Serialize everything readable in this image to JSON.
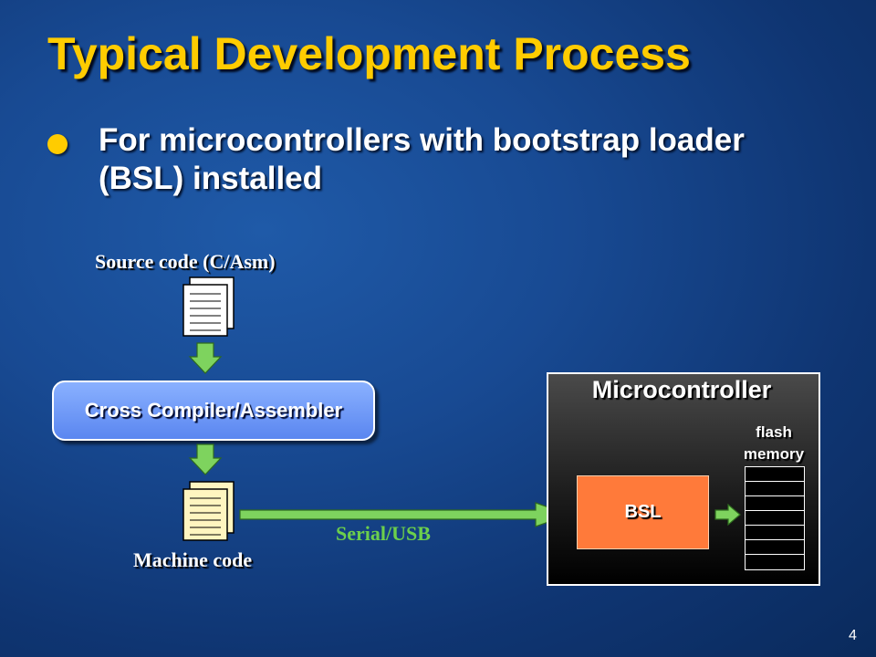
{
  "slide": {
    "title": "Typical Development Process",
    "bullet": "For microcontrollers with bootstrap loader (BSL) installed",
    "page_number": "4"
  },
  "diagram": {
    "source_label": "Source code (C/Asm)",
    "compiler_label": "Cross Compiler/Assembler",
    "machine_label": "Machine code",
    "serial_label": "Serial/USB",
    "mcu_label": "Microcontroller",
    "bsl_label": "BSL",
    "flash_label": "flash memory"
  },
  "colors": {
    "title": "#ffcc00",
    "arrow_green": "#7ed35e",
    "bsl_box": "#ff7a3a",
    "compiler_box": "#6f98f8",
    "serial_text": "#6ccf4c"
  },
  "icons": [
    "source-document-icon",
    "machine-code-document-icon",
    "arrow-down-icon",
    "arrow-right-icon"
  ]
}
